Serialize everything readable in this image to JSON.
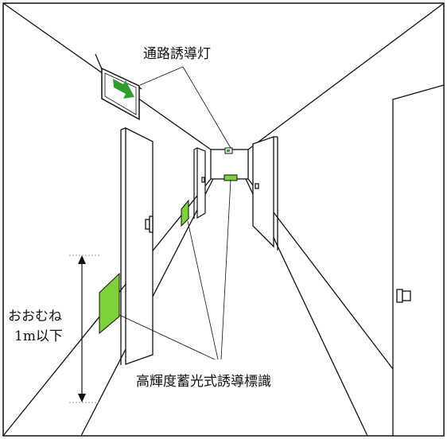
{
  "labels": {
    "exit_lights": "通路誘導灯",
    "height_line1": "おおむね",
    "height_line2": "1m以下",
    "luminous_signs": "高輝度蓄光式誘導標識"
  },
  "colors": {
    "line": "#111111",
    "sign_green": "#7ed13a",
    "sign_dark_green": "#2f9e2f",
    "dotted": "#999999",
    "background": "#ffffff"
  }
}
